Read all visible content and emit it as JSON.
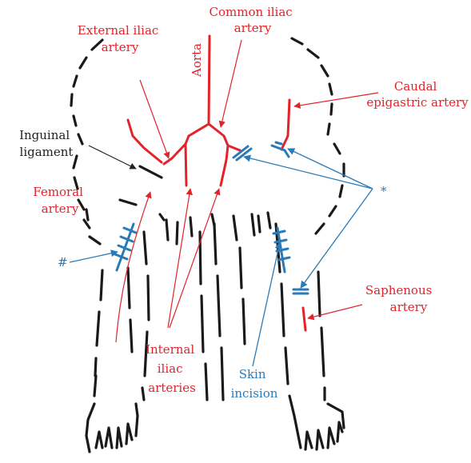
{
  "labels": {
    "common_iliac": [
      "Common iliac",
      "artery"
    ],
    "external_iliac": [
      "External iliac",
      "artery"
    ],
    "aorta": "Aorta",
    "caudal_epigastric": [
      "Caudal",
      "epigastric artery"
    ],
    "inguinal": [
      "Inguinal",
      "ligament"
    ],
    "femoral": [
      "Femoral",
      "artery"
    ],
    "asterisk": "*",
    "hash": "#",
    "saphenous": [
      "Saphenous",
      "artery"
    ],
    "internal_iliac": [
      "Internal",
      "iliac",
      "arteries"
    ],
    "skin_incision": [
      "Skin",
      "incision"
    ]
  },
  "colors": {
    "artery_red": "#e2232a",
    "annotation_blue": "#2a7ab8",
    "outline_black": "#1a1a1a"
  }
}
